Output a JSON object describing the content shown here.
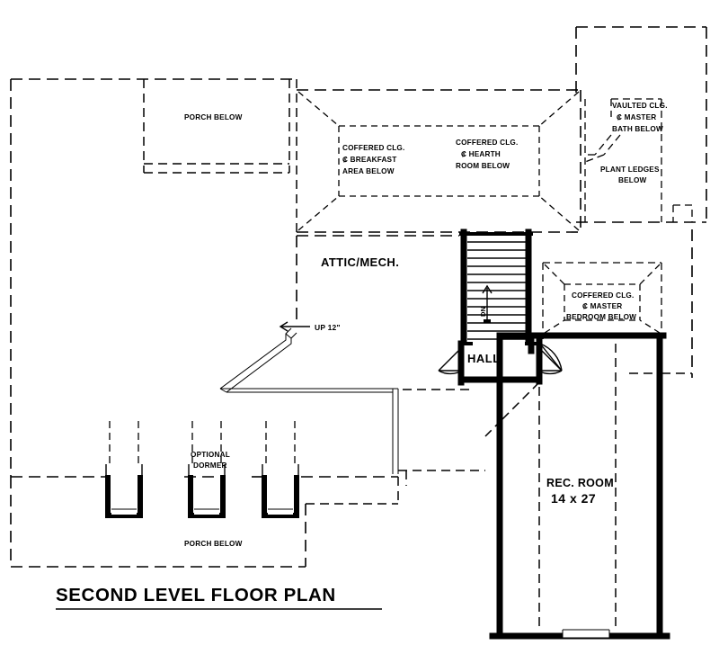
{
  "drawing": {
    "title": "SECOND LEVEL FLOOR PLAN",
    "sheet_type": "architectural-floor-plan",
    "line_color": "#000000",
    "background_color": "#ffffff"
  },
  "rooms": [
    {
      "name": "ATTIC/MECH.",
      "label": "ATTIC/MECH."
    },
    {
      "name": "HALL",
      "label": "HALL"
    },
    {
      "name": "REC. ROOM",
      "label": "REC. ROOM",
      "dimension": "14 x 27"
    }
  ],
  "annotations": {
    "porch_below_upper": "PORCH BELOW",
    "porch_below_lower": "PORCH BELOW",
    "coffered_breakfast": {
      "line1": "COFFERED CLG.",
      "line2": "₡ BREAKFAST",
      "line3": "AREA BELOW"
    },
    "coffered_hearth": {
      "line1": "COFFERED CLG.",
      "line2": "₡ HEARTH",
      "line3": "ROOM BELOW"
    },
    "vaulted_master_bath": {
      "line1": "VAULTED CLG.",
      "line2": "₡ MASTER",
      "line3": "BATH BELOW"
    },
    "plant_ledges": {
      "line1": "PLANT LEDGES",
      "line2": "BELOW"
    },
    "coffered_master_bedroom": {
      "line1": "COFFERED CLG.",
      "line2": "₡ MASTER",
      "line3": "BEDROOM BELOW"
    },
    "optional_dormer": {
      "line1": "OPTIONAL",
      "line2": "DORMER"
    },
    "step_up": "UP 12\"",
    "stair_direction": "DN"
  },
  "features": {
    "stair_tread_count": 13,
    "dormer_count": 3,
    "door_count": 3,
    "window_count": 1
  }
}
